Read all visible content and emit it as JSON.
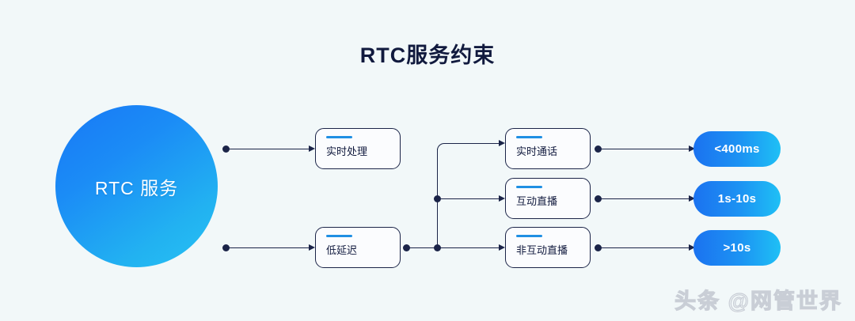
{
  "page": {
    "title": "RTC服务约束",
    "background_color": "#f2f8f9"
  },
  "colors": {
    "accent_bar": "#1f8fe3",
    "line": "#1b2448",
    "title": "#111a3e",
    "circle_gradient_from": "#1878f5",
    "circle_gradient_to": "#27c2f3",
    "pill_gradient_from": "#1b72f0",
    "pill_gradient_to": "#1fc0f5"
  },
  "diagram": {
    "type": "flow",
    "source": {
      "label": "RTC 服务"
    },
    "stage1": [
      {
        "label": "实时处理"
      },
      {
        "label": "低延迟"
      }
    ],
    "stage2": [
      {
        "label": "实时通话"
      },
      {
        "label": "互动直播"
      },
      {
        "label": "非互动直播"
      }
    ],
    "results": [
      {
        "label": "<400ms"
      },
      {
        "label": "1s-10s"
      },
      {
        "label": ">10s"
      }
    ],
    "edges": [
      {
        "from": "RTC 服务",
        "to": "实时处理"
      },
      {
        "from": "RTC 服务",
        "to": "低延迟"
      },
      {
        "from": "低延迟",
        "to": "实时通话"
      },
      {
        "from": "低延迟",
        "to": "互动直播"
      },
      {
        "from": "低延迟",
        "to": "非互动直播"
      },
      {
        "from": "实时通话",
        "to": "<400ms"
      },
      {
        "from": "互动直播",
        "to": "1s-10s"
      },
      {
        "from": "非互动直播",
        "to": ">10s"
      }
    ]
  },
  "watermark": {
    "text": "头条 @网管世界"
  }
}
